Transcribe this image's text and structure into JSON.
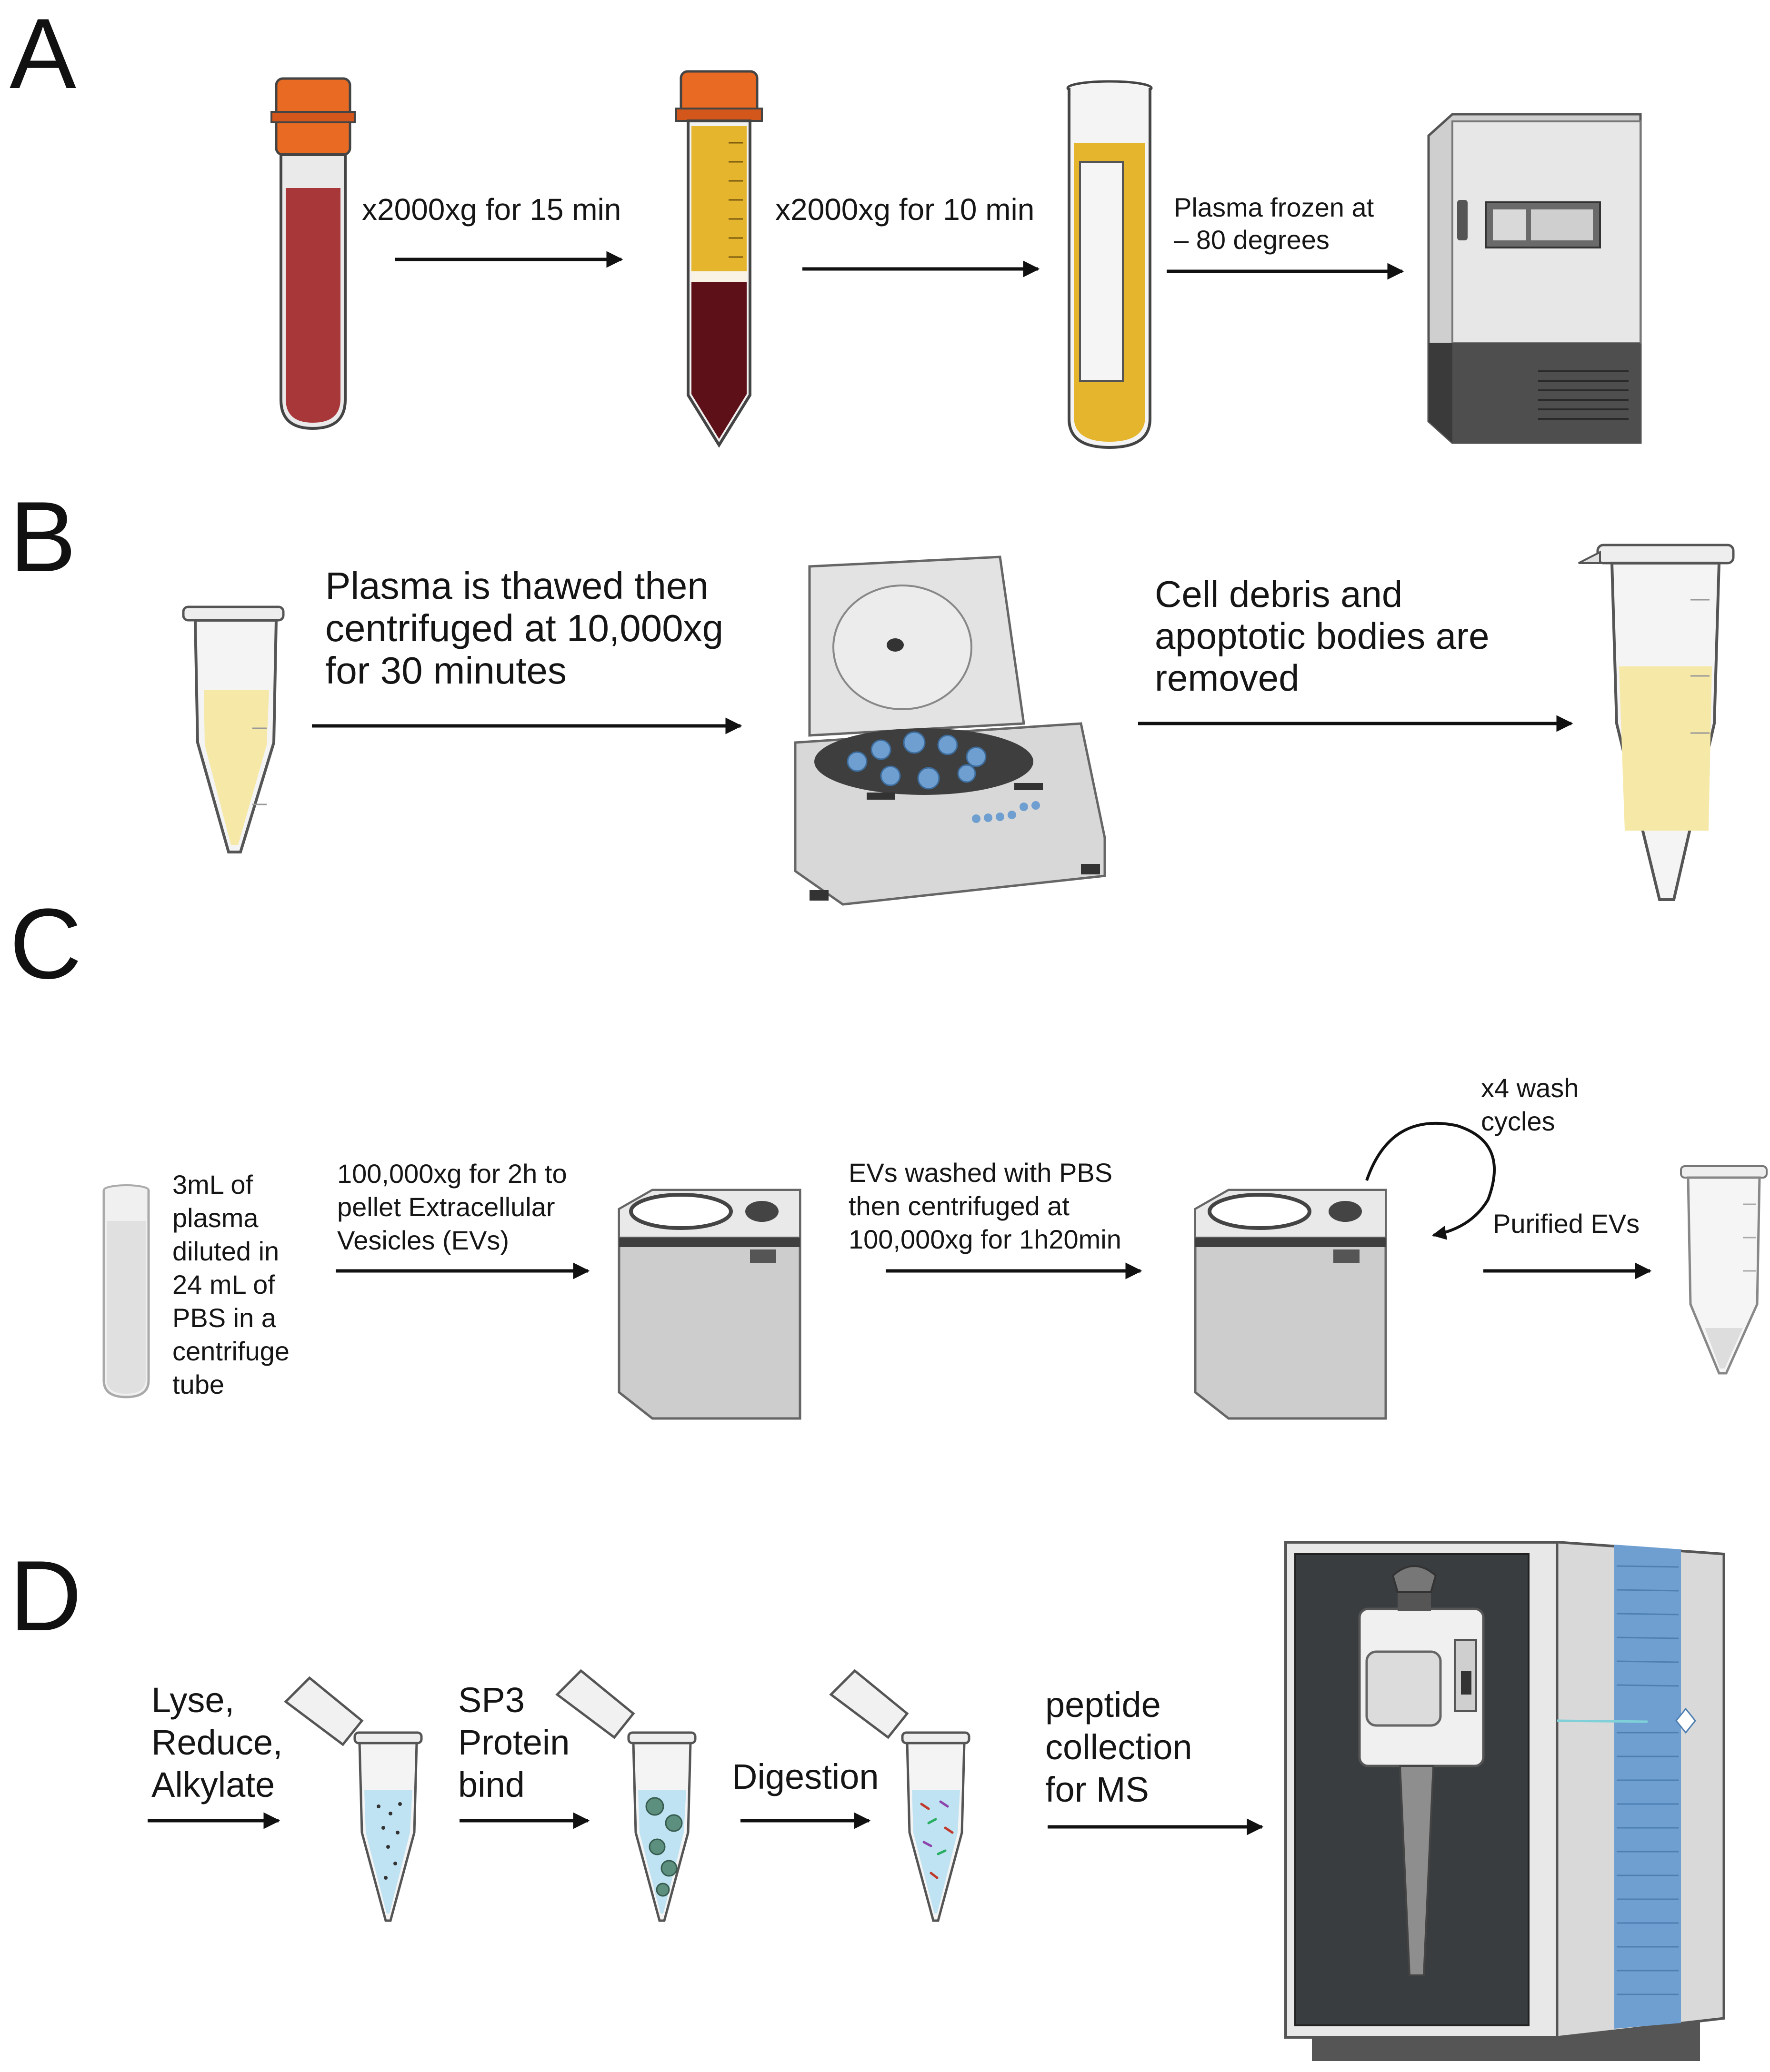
{
  "panels": {
    "A": {
      "letter": "A",
      "step1": "x2000xg for 15 min",
      "step2": "x2000xg for 10 min",
      "step3_line1": "Plasma frozen at",
      "step3_line2": "– 80 degrees"
    },
    "B": {
      "letter": "B",
      "step1_lines": [
        "Plasma is thawed then",
        "centrifuged at 10,000xg",
        "for 30 minutes"
      ],
      "step2_lines": [
        "Cell debris and",
        "apoptotic bodies are",
        "removed"
      ]
    },
    "C": {
      "letter": "C",
      "start_lines": [
        "3mL of",
        "plasma",
        "diluted in",
        "24 mL of",
        "PBS in a",
        "centrifuge",
        "tube"
      ],
      "step1_lines": [
        "100,000xg for 2h to",
        "pellet Extracellular",
        "Vesicles (EVs)"
      ],
      "step2_lines": [
        "EVs washed with PBS",
        "then centrifuged at",
        "100,000xg for 1h20min"
      ],
      "cycle_lines": [
        "x4 wash",
        "cycles"
      ],
      "end": "Purified EVs"
    },
    "D": {
      "letter": "D",
      "step1_lines": [
        "Lyse,",
        "Reduce,",
        "Alkylate"
      ],
      "step2_lines": [
        "SP3",
        "Protein",
        "bind"
      ],
      "step3": "Digestion",
      "step4_lines": [
        "peptide",
        "collection",
        "for MS"
      ]
    }
  },
  "colors": {
    "blood": "#a8373a",
    "plasma": "#e5b52e",
    "cap": "#e96a22",
    "light_plasma": "#f6e8a6",
    "buffer_blue": "#bfe3f2",
    "instrument_blue": "#6f9fd0"
  }
}
